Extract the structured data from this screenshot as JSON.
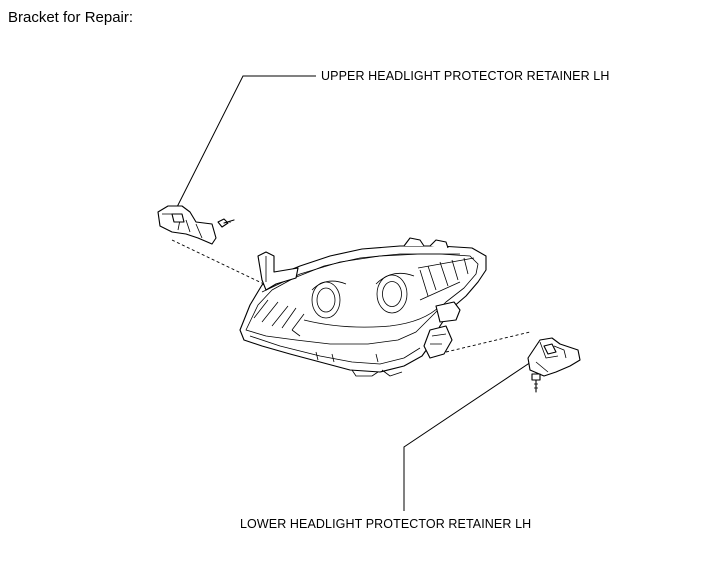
{
  "diagram": {
    "title": "Bracket for Repair:",
    "callouts": {
      "upper_retainer": "UPPER HEADLIGHT PROTECTOR RETAINER LH",
      "lower_retainer": "LOWER HEADLIGHT PROTECTOR RETAINER LH"
    }
  }
}
